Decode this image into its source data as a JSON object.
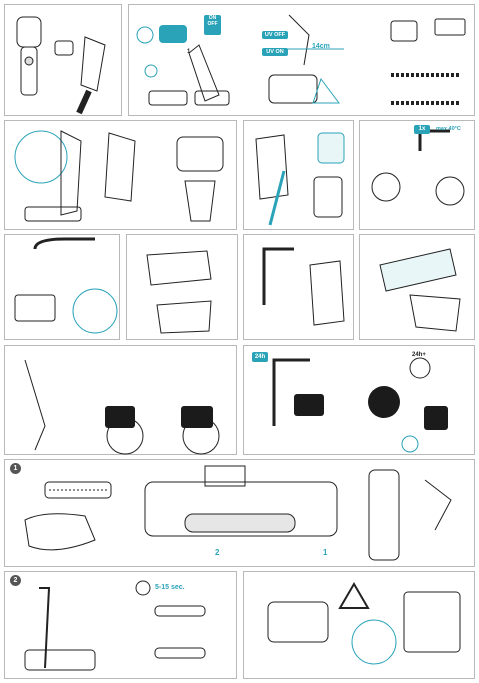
{
  "labels": {
    "on_off": "ON\nOFF",
    "uv_off": "UV OFF",
    "uv_on": "UV ON",
    "distance": "14cm",
    "timer_1x": "1x",
    "max_temp": "max 40°C",
    "time_24h": "24h+",
    "badge_24h": "24h",
    "step_1": "1",
    "step_2": "2",
    "duration": "5-15 sec.",
    "section_1": "1",
    "section_2": "2"
  },
  "colors": {
    "accent": "#2aa3b8",
    "line": "#222222",
    "panel_border": "#b9b9b9",
    "dark": "#1b1b1b"
  }
}
